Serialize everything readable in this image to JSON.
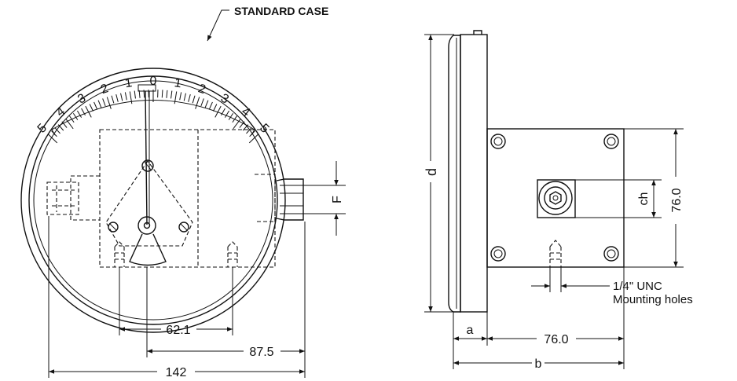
{
  "front_view": {
    "case_label": "STANDARD CASE",
    "scale_labels": [
      "5",
      "4",
      "3",
      "2",
      "1",
      "0",
      "1",
      "2",
      "3",
      "4",
      "5"
    ],
    "dim_62": "62.1",
    "dim_87": "87.5",
    "dim_142": "142",
    "dim_F": "F"
  },
  "side_view": {
    "dim_d": "d",
    "dim_ch": "ch",
    "dim_76_vertical": "76.0",
    "dim_a": "a",
    "dim_76_horizontal": "76.0",
    "dim_b": "b",
    "holes_line1": "1/4\" UNC",
    "holes_line2": "Mounting holes"
  },
  "colors": {
    "line": "#111111",
    "background": "#ffffff"
  }
}
